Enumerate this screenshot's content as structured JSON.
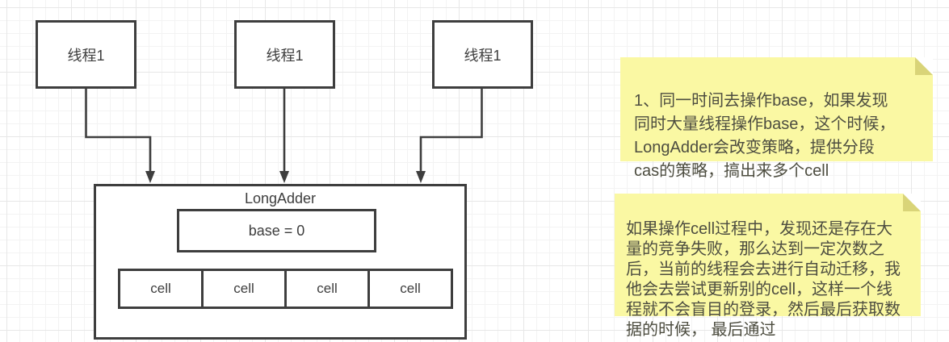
{
  "colors": {
    "shape_border": "#3e3e3e",
    "shape_fill": "#ffffff",
    "shape_text": "#3e3e3e",
    "connector": "#3e3e3e",
    "note_background": "#faf8a3",
    "note_fold": "#d9d478",
    "note_text": "#4d4d40",
    "canvas_background": "#ffffff",
    "grid_minor_line": "#f3f3f3",
    "grid_major_line": "#e7e7e7"
  },
  "diagram": {
    "threads": [
      {
        "label": "线程1"
      },
      {
        "label": "线程1"
      },
      {
        "label": "线程1"
      }
    ],
    "longadder": {
      "title": "LongAdder",
      "base": {
        "label": "base = 0"
      },
      "cells": [
        {
          "label": "cell"
        },
        {
          "label": "cell"
        },
        {
          "label": "cell"
        },
        {
          "label": "cell"
        }
      ]
    }
  },
  "notes": [
    {
      "text": "1、同一时间去操作base，如果发现\n同时大量线程操作base，这个时候，\nLongAdder会改变策略，提供分段\ncas的策略，搞出来多个cell"
    },
    {
      "text": "如果操作cell过程中，发现还是存在大\n量的竞争失败，那么达到一定次数之\n后，当前的线程会去进行自动迁移，我\n他会去尝试更新别的cell，这样一个线\n程就不会盲目的登录，然后最后获取数\n据的时候， 最后通过"
    }
  ]
}
